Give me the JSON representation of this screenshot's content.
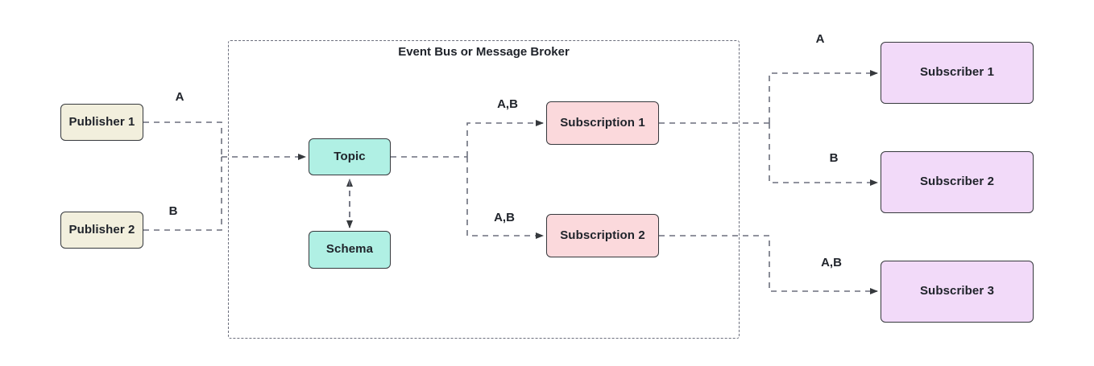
{
  "diagram": {
    "title": "Event Bus or Message Broker",
    "container_label": "Event Bus or Message Broker",
    "colors": {
      "publisher_fill": "#f2efdd",
      "topic_fill": "#b0f0e4",
      "subscription_fill": "#fbd9dc",
      "subscriber_fill": "#f2daf9",
      "stroke": "#36393d",
      "edge_stroke": "#6c6f7d",
      "background": "#ffffff"
    },
    "nodes": {
      "publisher_1": "Publisher 1",
      "publisher_2": "Publisher 2",
      "topic": "Topic",
      "schema": "Schema",
      "subscription_1": "Subscription 1",
      "subscription_2": "Subscription 2",
      "subscriber_1": "Subscriber 1",
      "subscriber_2": "Subscriber 2",
      "subscriber_3": "Subscriber 3"
    },
    "edge_labels": {
      "pub1_to_topic": "A",
      "pub2_to_topic": "B",
      "topic_to_sub1": "A,B",
      "topic_to_sub2": "A,B",
      "sub1_to_subscriber1": "A",
      "sub1_to_subscriber2": "B",
      "sub2_to_subscriber3": "A,B"
    },
    "edges": [
      {
        "from": "publisher_1",
        "to": "topic",
        "label": "A",
        "style": "dashed"
      },
      {
        "from": "publisher_2",
        "to": "topic",
        "label": "B",
        "style": "dashed"
      },
      {
        "from": "schema",
        "to": "topic",
        "label": "",
        "style": "dashed-bidirectional"
      },
      {
        "from": "topic",
        "to": "subscription_1",
        "label": "A,B",
        "style": "dashed"
      },
      {
        "from": "topic",
        "to": "subscription_2",
        "label": "A,B",
        "style": "dashed"
      },
      {
        "from": "subscription_1",
        "to": "subscriber_1",
        "label": "A",
        "style": "dashed"
      },
      {
        "from": "subscription_1",
        "to": "subscriber_2",
        "label": "B",
        "style": "dashed"
      },
      {
        "from": "subscription_2",
        "to": "subscriber_3",
        "label": "A,B",
        "style": "dashed"
      }
    ]
  }
}
